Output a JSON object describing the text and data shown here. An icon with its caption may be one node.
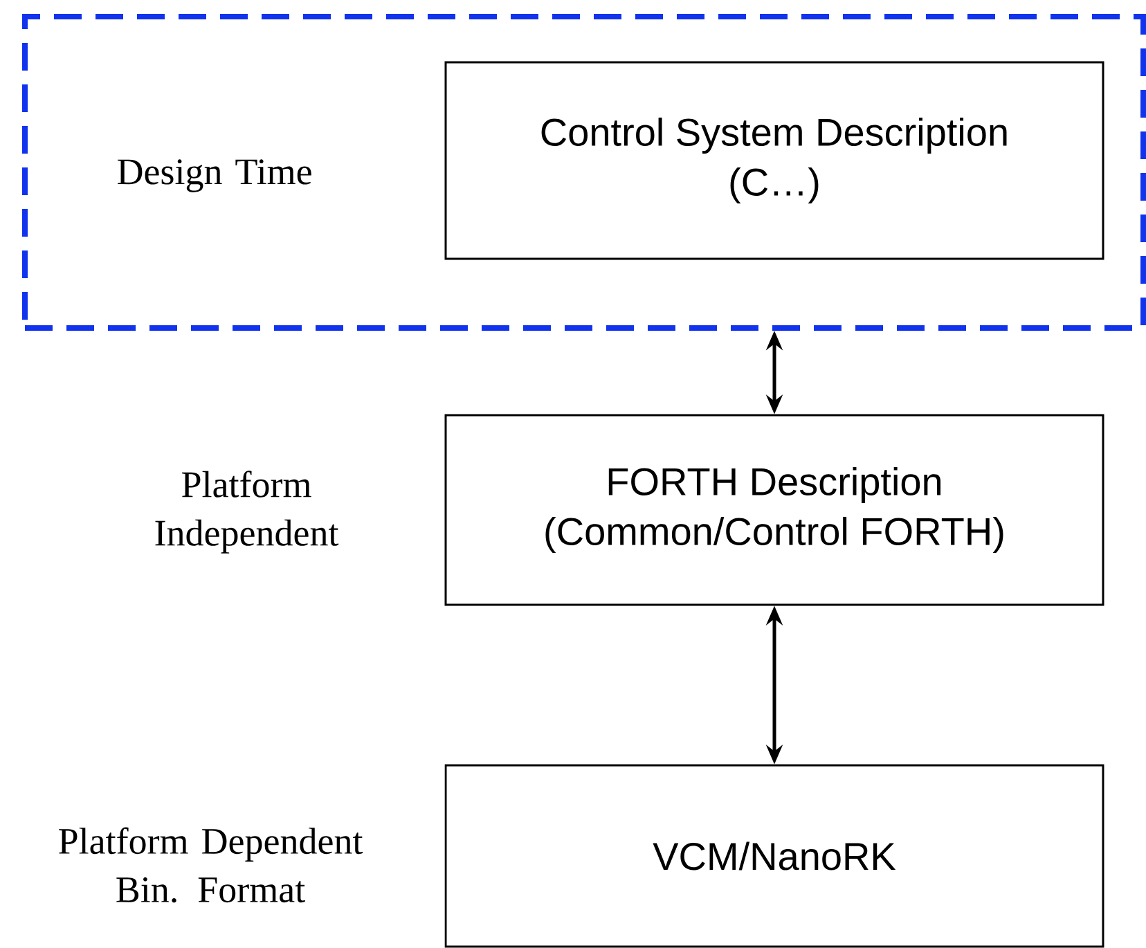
{
  "diagram": {
    "nodes": [
      {
        "text": [
          "Design Time"
        ]
      },
      {
        "text": [
          "Control System Description",
          "(C…)"
        ],
        "in": 0
      },
      {
        "text": [
          "FORTH Description",
          "(Common/Control FORTH)"
        ]
      },
      {
        "text": [
          "VCM/NanoRK"
        ]
      }
    ],
    "edges": [
      {
        "from": 0,
        "to": 2,
        "arrow": "both"
      },
      {
        "from": 2,
        "to": 3,
        "arrow": "both"
      }
    ],
    "labels": [
      "Platform Independent",
      "Platform Dependent Bin. Format"
    ]
  }
}
